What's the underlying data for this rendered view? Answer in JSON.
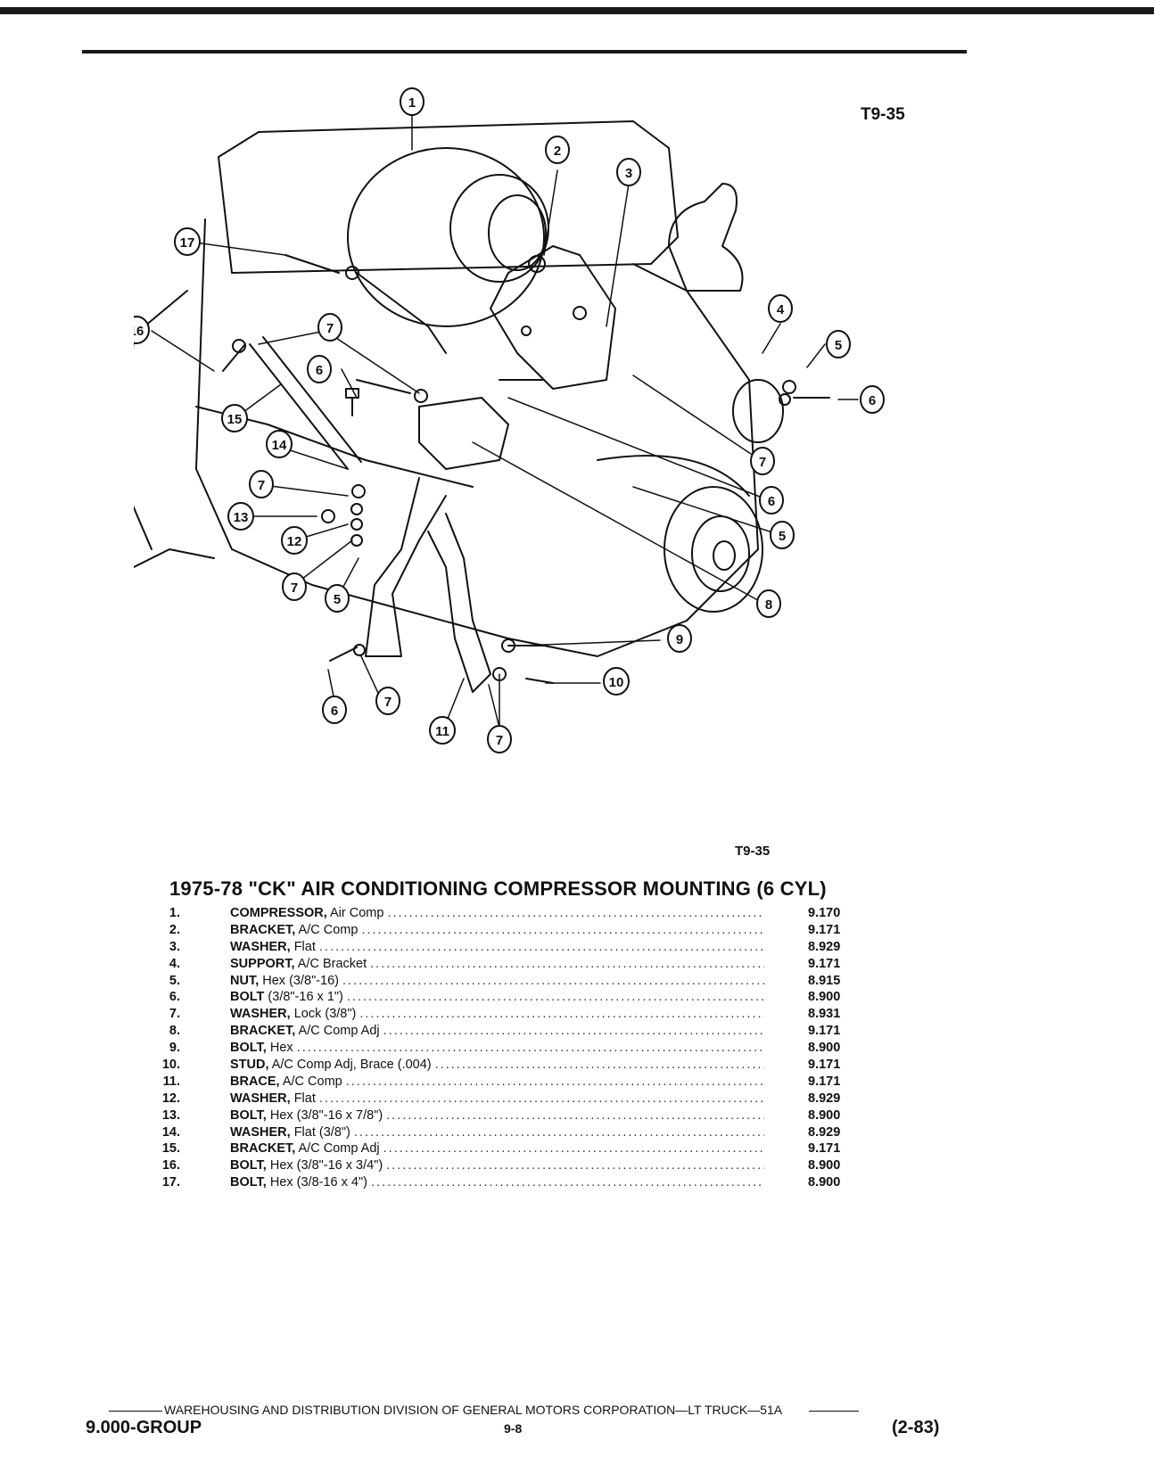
{
  "figure_code_top": "T9-35",
  "figure_code_bottom": "T9-35",
  "title": "1975-78 \"CK\" AIR CONDITIONING COMPRESSOR MOUNTING (6 CYL)",
  "parts": [
    {
      "num": "1.",
      "name": "COMPRESSOR,",
      "desc": "Air Comp",
      "group": "9.170"
    },
    {
      "num": "2.",
      "name": "BRACKET,",
      "desc": "A/C Comp",
      "group": "9.171"
    },
    {
      "num": "3.",
      "name": "WASHER,",
      "desc": "Flat",
      "group": "8.929"
    },
    {
      "num": "4.",
      "name": "SUPPORT,",
      "desc": "A/C Bracket",
      "group": "9.171"
    },
    {
      "num": "5.",
      "name": "NUT,",
      "desc": "Hex (3/8\"-16)",
      "group": "8.915"
    },
    {
      "num": "6.",
      "name": "BOLT",
      "desc": "(3/8\"-16 x 1\")",
      "group": "8.900"
    },
    {
      "num": "7.",
      "name": "WASHER,",
      "desc": "Lock (3/8\")",
      "group": "8.931"
    },
    {
      "num": "8.",
      "name": "BRACKET,",
      "desc": "A/C Comp Adj",
      "group": "9.171"
    },
    {
      "num": "9.",
      "name": "BOLT,",
      "desc": "Hex",
      "group": "8.900"
    },
    {
      "num": "10.",
      "name": "STUD,",
      "desc": "A/C Comp Adj, Brace (.004)",
      "group": "9.171"
    },
    {
      "num": "11.",
      "name": "BRACE,",
      "desc": "A/C Comp",
      "group": "9.171"
    },
    {
      "num": "12.",
      "name": "WASHER,",
      "desc": "Flat",
      "group": "8.929"
    },
    {
      "num": "13.",
      "name": "BOLT,",
      "desc": "Hex (3/8\"-16 x 7/8\")",
      "group": "8.900"
    },
    {
      "num": "14.",
      "name": "WASHER,",
      "desc": "Flat (3/8\")",
      "group": "8.929"
    },
    {
      "num": "15.",
      "name": "BRACKET,",
      "desc": "A/C Comp Adj",
      "group": "9.171"
    },
    {
      "num": "16.",
      "name": "BOLT,",
      "desc": "Hex (3/8\"-16 x 3/4\")",
      "group": "8.900"
    },
    {
      "num": "17.",
      "name": "BOLT,",
      "desc": "Hex (3/8-16 x 4\")",
      "group": "8.900"
    }
  ],
  "callouts": [
    "1",
    "2",
    "3",
    "4",
    "5",
    "5",
    "5",
    "6",
    "6",
    "6",
    "6",
    "7",
    "7",
    "7",
    "7",
    "7",
    "7",
    "7",
    "8",
    "9",
    "10",
    "11",
    "12",
    "13",
    "14",
    "15",
    "16",
    "17"
  ],
  "footer": {
    "line": "WAREHOUSING AND DISTRIBUTION  DIVISION OF GENERAL MOTORS CORPORATION—LT TRUCK—51A",
    "group": "9.000-GROUP",
    "page": "9-8",
    "date": "(2-83)"
  }
}
